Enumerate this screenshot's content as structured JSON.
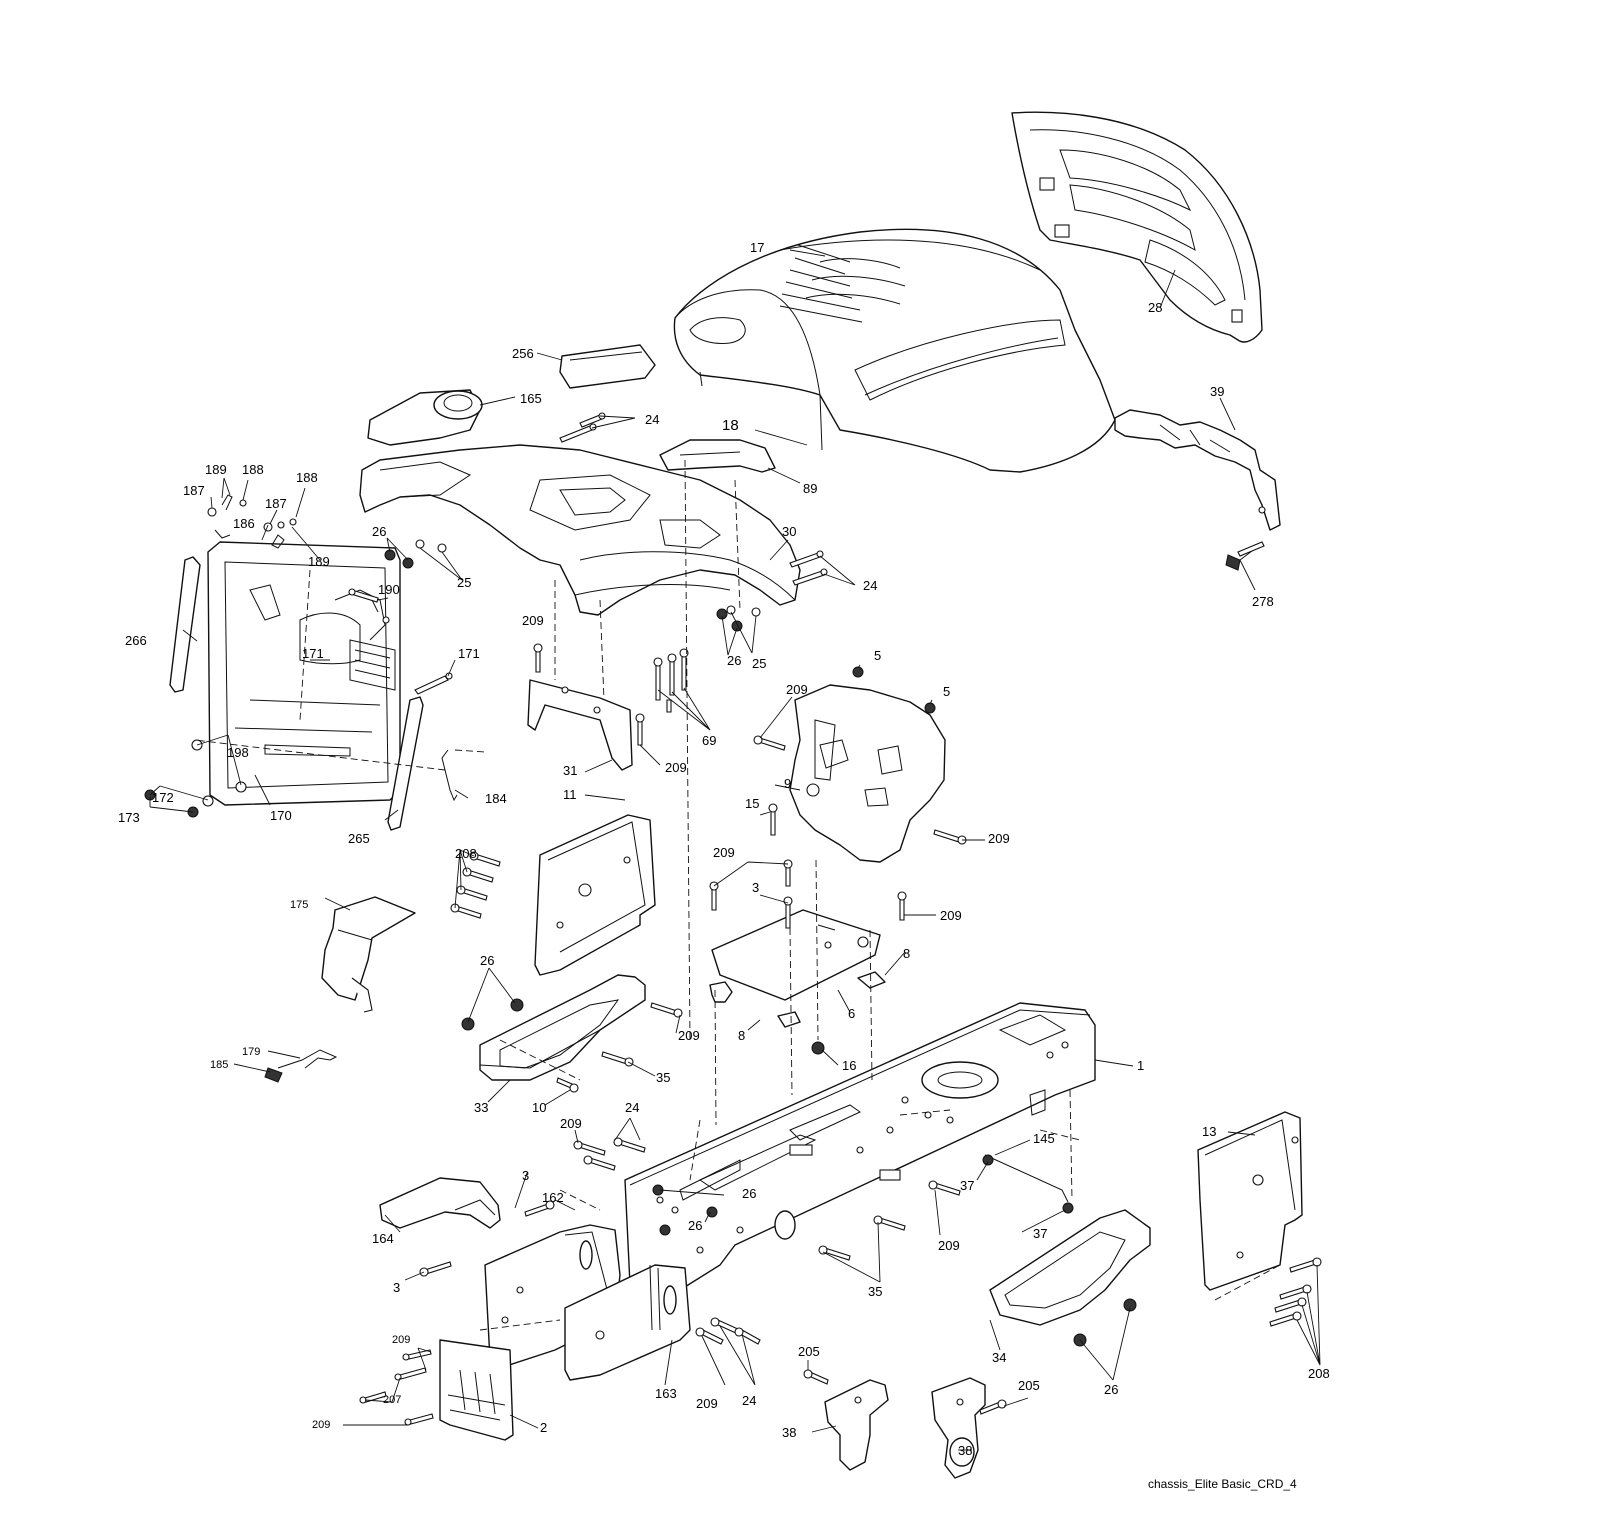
{
  "caption": "chassis_Elite Basic_CRD_4",
  "callouts": [
    {
      "id": "c17",
      "label": "17"
    },
    {
      "id": "c28",
      "label": "28"
    },
    {
      "id": "c39",
      "label": "39"
    },
    {
      "id": "c278",
      "label": "278"
    },
    {
      "id": "c256",
      "label": "256"
    },
    {
      "id": "c165",
      "label": "165"
    },
    {
      "id": "c24a",
      "label": "24"
    },
    {
      "id": "c18",
      "label": "18"
    },
    {
      "id": "c89",
      "label": "89"
    },
    {
      "id": "c189a",
      "label": "189"
    },
    {
      "id": "c188a",
      "label": "188"
    },
    {
      "id": "c188b",
      "label": "188"
    },
    {
      "id": "c187a",
      "label": "187"
    },
    {
      "id": "c187b",
      "label": "187"
    },
    {
      "id": "c186",
      "label": "186"
    },
    {
      "id": "c189b",
      "label": "189"
    },
    {
      "id": "c26a",
      "label": "26"
    },
    {
      "id": "c25a",
      "label": "25"
    },
    {
      "id": "c30",
      "label": "30"
    },
    {
      "id": "c24b",
      "label": "24"
    },
    {
      "id": "c190",
      "label": "190"
    },
    {
      "id": "c266",
      "label": "266"
    },
    {
      "id": "c171a",
      "label": "171"
    },
    {
      "id": "c171b",
      "label": "171"
    },
    {
      "id": "c209a",
      "label": "209"
    },
    {
      "id": "c26b",
      "label": "26"
    },
    {
      "id": "c25b",
      "label": "25"
    },
    {
      "id": "c5a",
      "label": "5"
    },
    {
      "id": "c5b",
      "label": "5"
    },
    {
      "id": "c209b",
      "label": "209"
    },
    {
      "id": "c69",
      "label": "69"
    },
    {
      "id": "c31",
      "label": "31"
    },
    {
      "id": "c209c",
      "label": "209"
    },
    {
      "id": "c9",
      "label": "9"
    },
    {
      "id": "c198",
      "label": "198"
    },
    {
      "id": "c172",
      "label": "172"
    },
    {
      "id": "c173",
      "label": "173"
    },
    {
      "id": "c170",
      "label": "170"
    },
    {
      "id": "c184",
      "label": "184"
    },
    {
      "id": "c265",
      "label": "265"
    },
    {
      "id": "c11",
      "label": "11"
    },
    {
      "id": "c15",
      "label": "15"
    },
    {
      "id": "c209d",
      "label": "209"
    },
    {
      "id": "c208a",
      "label": "208"
    },
    {
      "id": "c209e",
      "label": "209"
    },
    {
      "id": "c3a",
      "label": "3"
    },
    {
      "id": "c209f",
      "label": "209"
    },
    {
      "id": "c175",
      "label": "175"
    },
    {
      "id": "c8a",
      "label": "8"
    },
    {
      "id": "c26c",
      "label": "26"
    },
    {
      "id": "c6",
      "label": "6"
    },
    {
      "id": "c209g",
      "label": "209"
    },
    {
      "id": "c8b",
      "label": "8"
    },
    {
      "id": "c179",
      "label": "179"
    },
    {
      "id": "c185",
      "label": "185"
    },
    {
      "id": "c16",
      "label": "16"
    },
    {
      "id": "c1",
      "label": "1"
    },
    {
      "id": "c35a",
      "label": "35"
    },
    {
      "id": "c33",
      "label": "33"
    },
    {
      "id": "c10",
      "label": "10"
    },
    {
      "id": "c209h",
      "label": "209"
    },
    {
      "id": "c24c",
      "label": "24"
    },
    {
      "id": "c13",
      "label": "13"
    },
    {
      "id": "c145",
      "label": "145"
    },
    {
      "id": "c37a",
      "label": "37"
    },
    {
      "id": "c3b",
      "label": "3"
    },
    {
      "id": "c162",
      "label": "162"
    },
    {
      "id": "c26d",
      "label": "26"
    },
    {
      "id": "c37b",
      "label": "37"
    },
    {
      "id": "c26e",
      "label": "26"
    },
    {
      "id": "c209i",
      "label": "209"
    },
    {
      "id": "c164",
      "label": "164"
    },
    {
      "id": "c3c",
      "label": "3"
    },
    {
      "id": "c35b",
      "label": "35"
    },
    {
      "id": "c209j",
      "label": "209"
    },
    {
      "id": "c207",
      "label": "207"
    },
    {
      "id": "c34",
      "label": "34"
    },
    {
      "id": "c26f",
      "label": "26"
    },
    {
      "id": "c208b",
      "label": "208"
    },
    {
      "id": "c163",
      "label": "163"
    },
    {
      "id": "c209k",
      "label": "209"
    },
    {
      "id": "c24d",
      "label": "24"
    },
    {
      "id": "c205a",
      "label": "205"
    },
    {
      "id": "c205b",
      "label": "205"
    },
    {
      "id": "c38a",
      "label": "38"
    },
    {
      "id": "c38b",
      "label": "38"
    },
    {
      "id": "c209l",
      "label": "209"
    },
    {
      "id": "c2",
      "label": "2"
    }
  ]
}
